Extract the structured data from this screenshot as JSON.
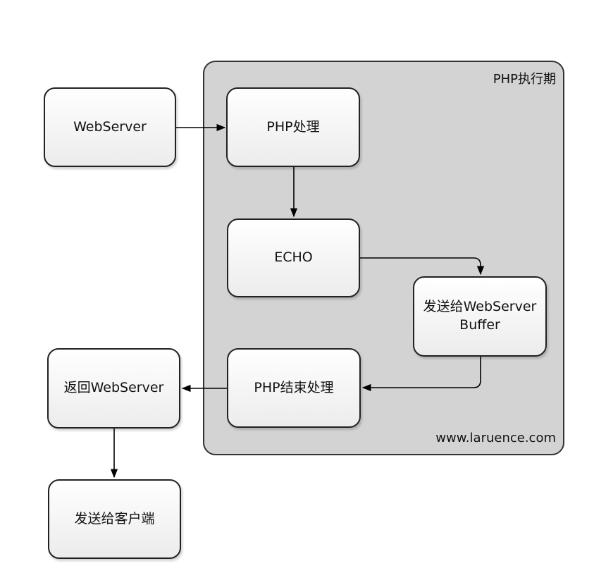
{
  "container": {
    "title": "PHP执行期",
    "footer": "www.laruence.com"
  },
  "nodes": {
    "webserver": "WebServer",
    "php_process": "PHP处理",
    "echo": "ECHO",
    "send_buffer_line1": "发送给WebServer",
    "send_buffer_line2": "Buffer",
    "php_end": "PHP结束处理",
    "return_webserver": "返回WebServer",
    "send_client": "发送给客户端"
  }
}
